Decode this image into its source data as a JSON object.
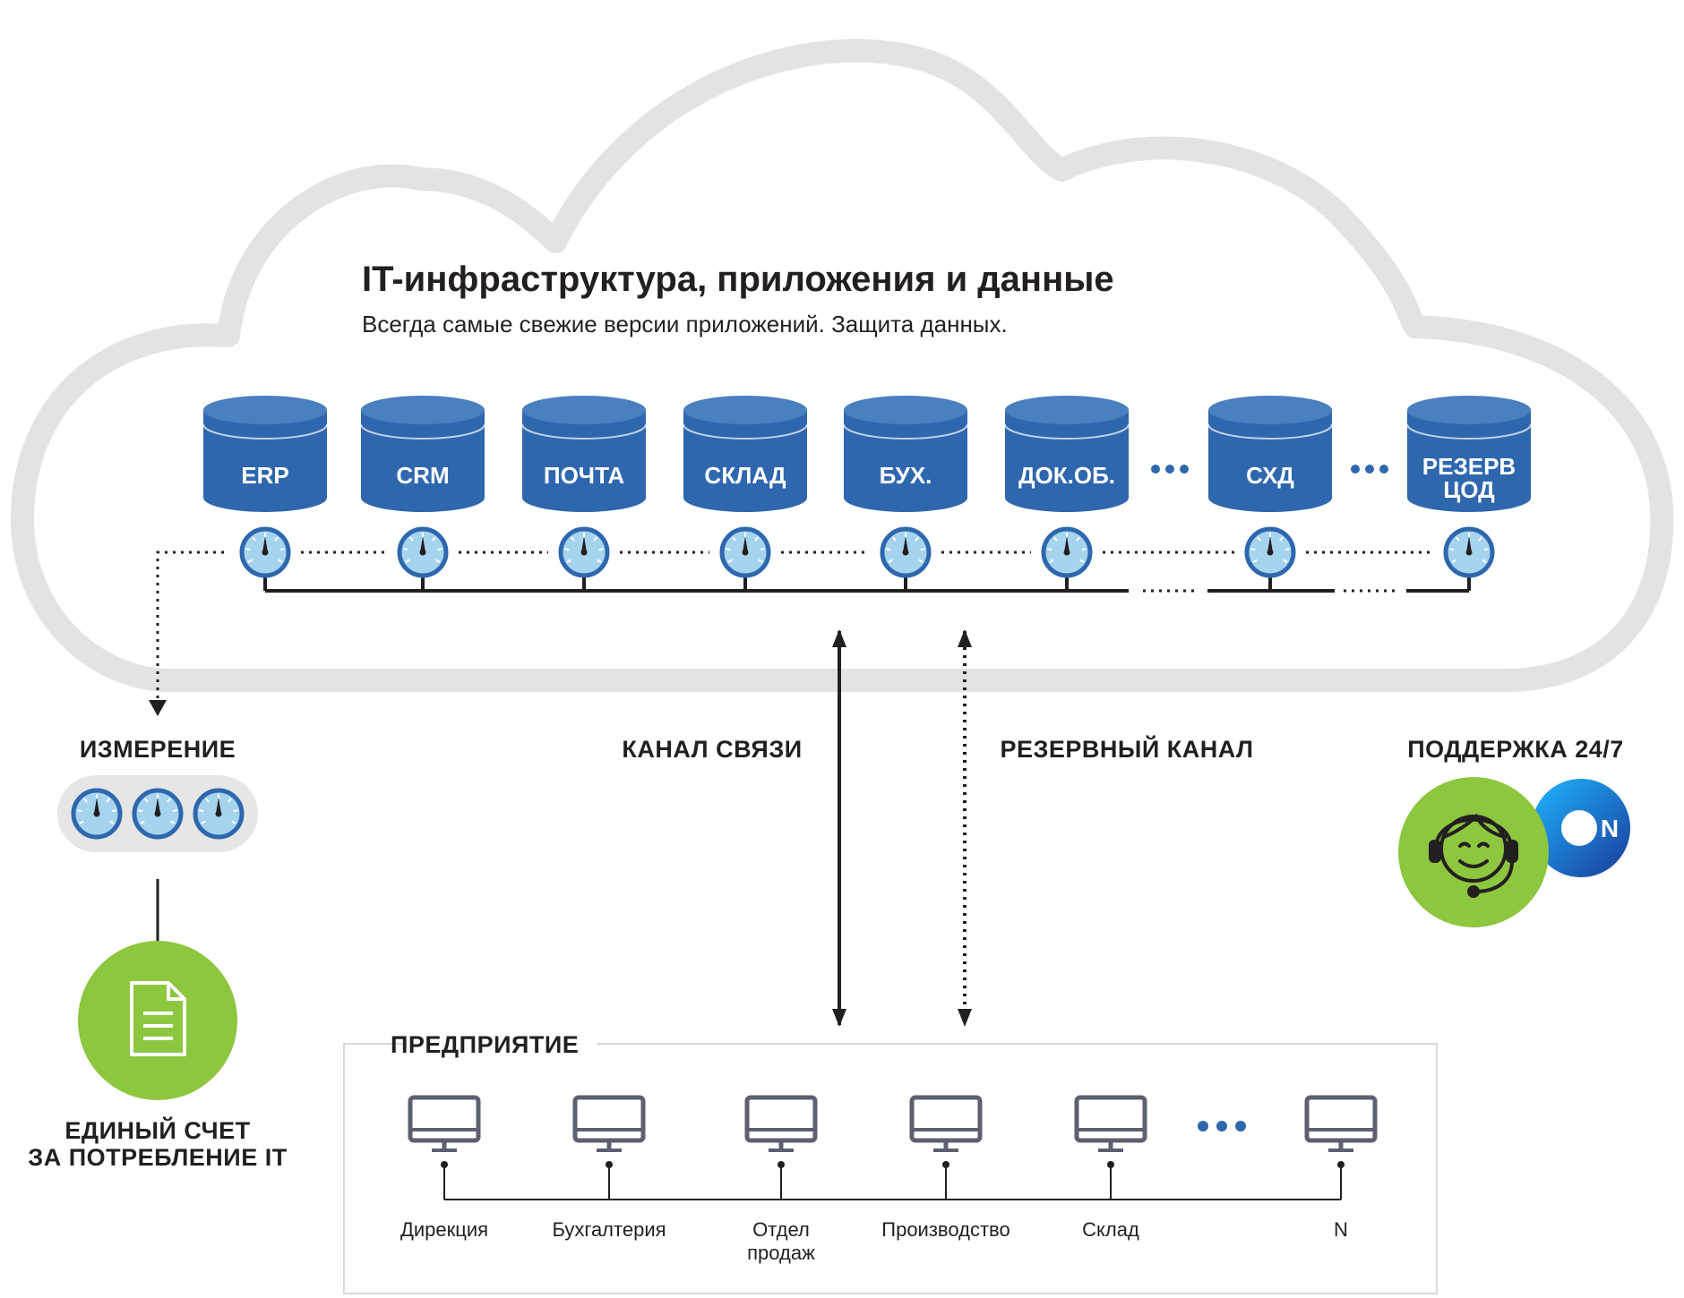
{
  "cloud": {
    "title": "IT-инфраструктура, приложения и данные",
    "subtitle": "Всегда самые свежие версии приложений. Защита данных."
  },
  "databases": [
    {
      "label": "ERP",
      "label2": ""
    },
    {
      "label": "CRM",
      "label2": ""
    },
    {
      "label": "ПОЧТА",
      "label2": ""
    },
    {
      "label": "СКЛАД",
      "label2": ""
    },
    {
      "label": "БУХ.",
      "label2": ""
    },
    {
      "label": "ДОК.ОБ.",
      "label2": ""
    },
    {
      "label": "СХД",
      "label2": ""
    },
    {
      "label": "РЕЗЕРВ",
      "label2": "ЦОД"
    }
  ],
  "measurement": {
    "label": "ИЗМЕРЕНИЕ"
  },
  "invoice": {
    "line1": "ЕДИНЫЙ СЧЕТ",
    "line2": "ЗА ПОТРЕБЛЕНИЕ IT"
  },
  "channel": {
    "label": "КАНАЛ СВЯЗИ"
  },
  "backup_channel": {
    "label": "РЕЗЕРВНЫЙ КАНАЛ"
  },
  "support": {
    "label": "ПОДДЕРЖКА 24/7",
    "logo_text": "N"
  },
  "enterprise": {
    "title": "ПРЕДПРИЯТИЕ",
    "departments": [
      {
        "line1": "Дирекция",
        "line2": ""
      },
      {
        "line1": "Бухгалтерия",
        "line2": ""
      },
      {
        "line1": "Отдел",
        "line2": "продаж"
      },
      {
        "line1": "Производство",
        "line2": ""
      },
      {
        "line1": "Склад",
        "line2": ""
      },
      {
        "line1": "N",
        "line2": ""
      }
    ]
  },
  "colors": {
    "db_blue": "#2f67ae",
    "db_top": "#4a7fc0",
    "gauge_face": "#a6d4ef",
    "gauge_ring": "#2f67ae",
    "green": "#8dc63f",
    "cloud_stroke": "#e2e2e2",
    "line": "#231f20",
    "monitor": "#5c6070"
  }
}
